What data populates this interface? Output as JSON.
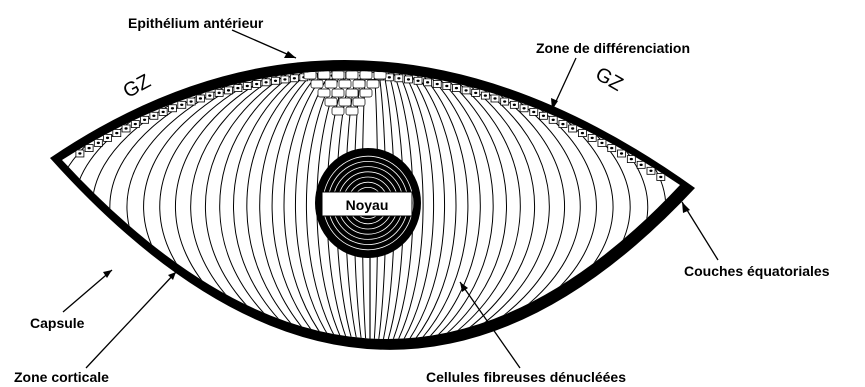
{
  "diagram": {
    "labels": {
      "anterior_epithelium": "Epithélium antérieur",
      "differentiation_zone": "Zone de différenciation",
      "gz_left": "GZ",
      "gz_right": "GZ",
      "nucleus": "Noyau",
      "equatorial_layers": "Couches équatoriales",
      "capsule": "Capsule",
      "cortical_zone": "Zone corticale",
      "denucleated_fibers": "Cellules fibreuses dénucléées"
    },
    "colors": {
      "ink": "#000000",
      "paper": "#ffffff"
    }
  }
}
